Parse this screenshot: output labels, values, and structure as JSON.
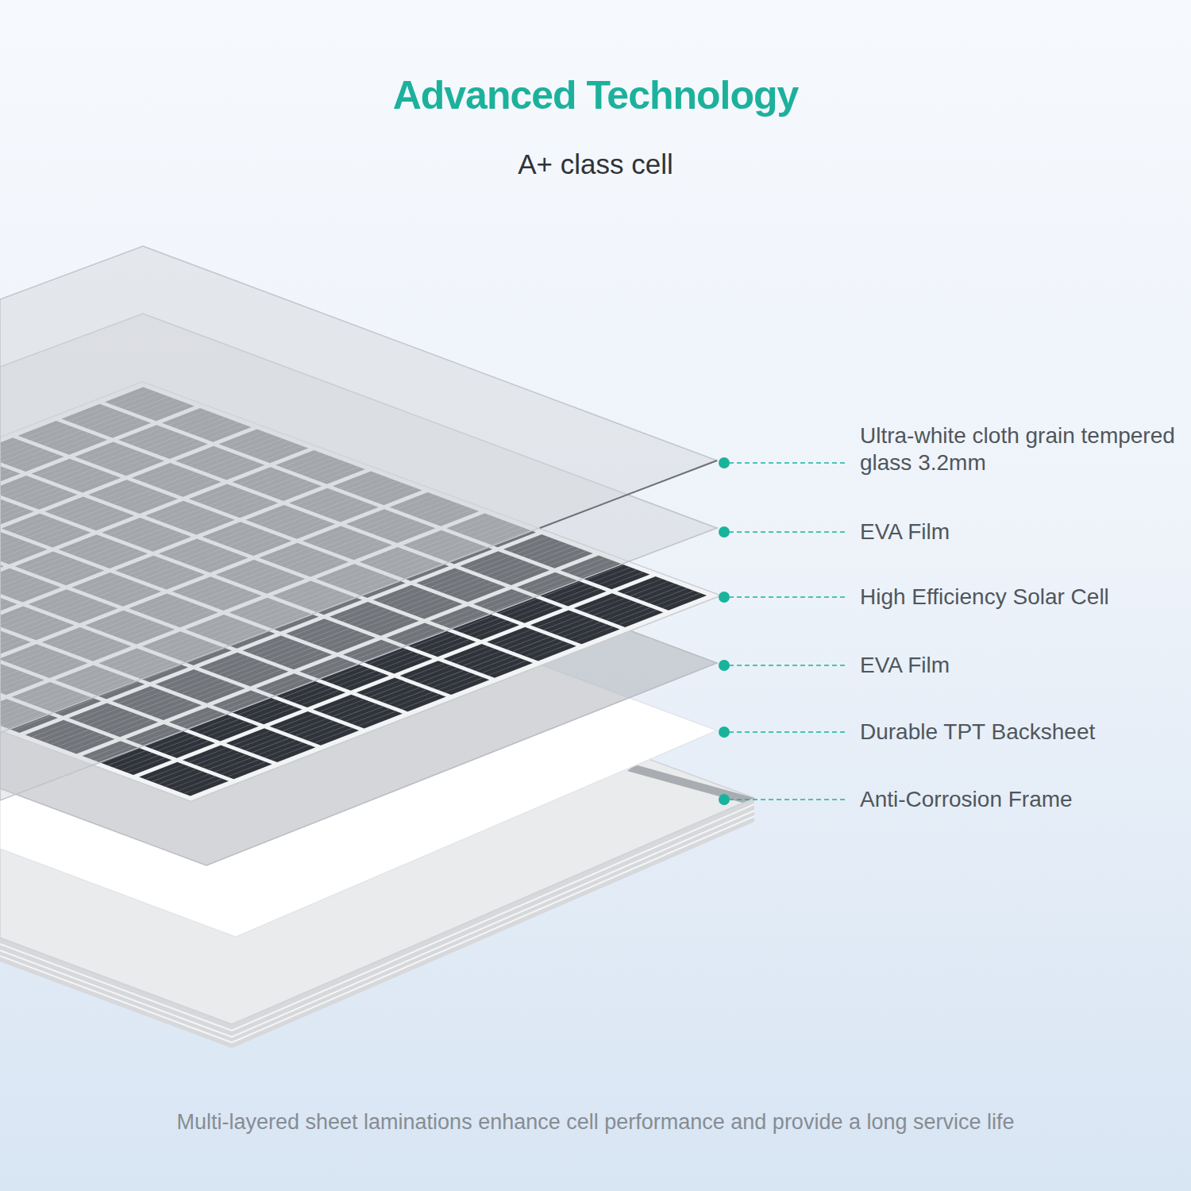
{
  "diagram": {
    "title": "Advanced Technology",
    "caption": "Multi-layered sheet laminations enhance cell performance and provide a long service life",
    "labels": [
      "A+ class cell",
      "Ultra-white cloth grain tempered glass 3.2mm",
      "EVA Film",
      "High Efficiency Solar Cell",
      "EVA Film",
      "Durable TPT Backsheet",
      "Anti-Corrosion Frame"
    ]
  }
}
